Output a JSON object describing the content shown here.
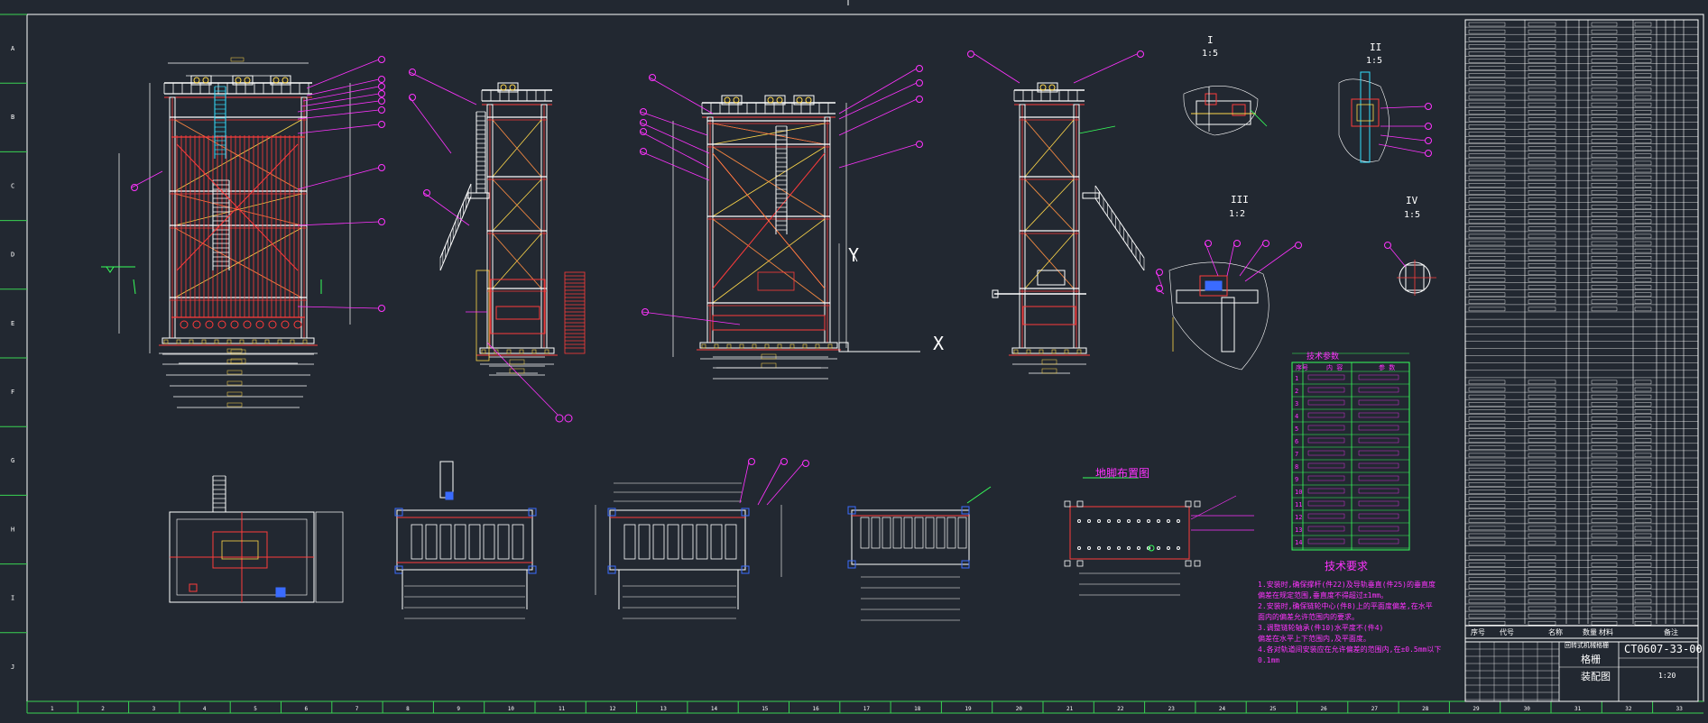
{
  "colors": {
    "background": "#222831",
    "frame": "#ffffff",
    "grid": "#39d353",
    "structure": "#ffffff",
    "red": "#ff3b3b",
    "magenta": "#ff33ff",
    "cyan": "#33e0ff",
    "yellow": "#ffd84a",
    "green": "#36ff5a",
    "blue": "#3a6bff"
  },
  "border": {
    "row_letters": [
      "A",
      "B",
      "C",
      "D",
      "E",
      "F",
      "G",
      "H",
      "I",
      "J"
    ],
    "col_numbers": [
      "1",
      "2",
      "3",
      "4",
      "5",
      "6",
      "7",
      "8",
      "9",
      "10",
      "11",
      "12",
      "13",
      "14",
      "15",
      "16",
      "17",
      "18",
      "19",
      "20",
      "21",
      "22",
      "23",
      "24",
      "25",
      "26",
      "27",
      "28",
      "29",
      "30",
      "31",
      "32",
      "33"
    ]
  },
  "views": {
    "detail_1": {
      "label": "I",
      "scale": "1:5"
    },
    "detail_2": {
      "label": "II",
      "scale": "1:5"
    },
    "detail_3": {
      "label": "III",
      "scale": "1:2"
    },
    "detail_4": {
      "label": "IV",
      "scale": "1:5"
    },
    "foundation_title": "地脚布置图"
  },
  "axes": {
    "y": "Y",
    "x": "X"
  },
  "params_table": {
    "title": "技术参数",
    "headers": [
      "序号",
      "内 容",
      "参 数"
    ],
    "rows": [
      "1",
      "2",
      "3",
      "4",
      "5",
      "6",
      "7",
      "8",
      "9",
      "10",
      "11",
      "12",
      "13",
      "14"
    ]
  },
  "tech_req": {
    "title": "技术要求",
    "lines": [
      "1.安装时,确保撑杆(件22)及导轨垂直(件25)的垂直度",
      "偏差在规定范围,垂直度不得超过±1mm。",
      "2.安装时,确保链轮中心(件8)上的平面度偏差,在水平",
      "面内的偏差允许范围内的要求。",
      "3.调整链轮轴承(件10)水平度不(件4)",
      "偏差在水平上下范围内,及平面度。",
      "4.各对轨道间安装应在允许偏差的范围内,在±0.5mm以下",
      "0.1mm"
    ]
  },
  "title_block": {
    "col_headers": [
      "序号",
      "代号",
      "名称",
      "数量",
      "材料",
      "备注"
    ],
    "drawing_no": "CT0607-33-00",
    "part_name": "装配图",
    "product_name": "格栅",
    "company": "回转式机械格栅",
    "scale": "1:20"
  }
}
